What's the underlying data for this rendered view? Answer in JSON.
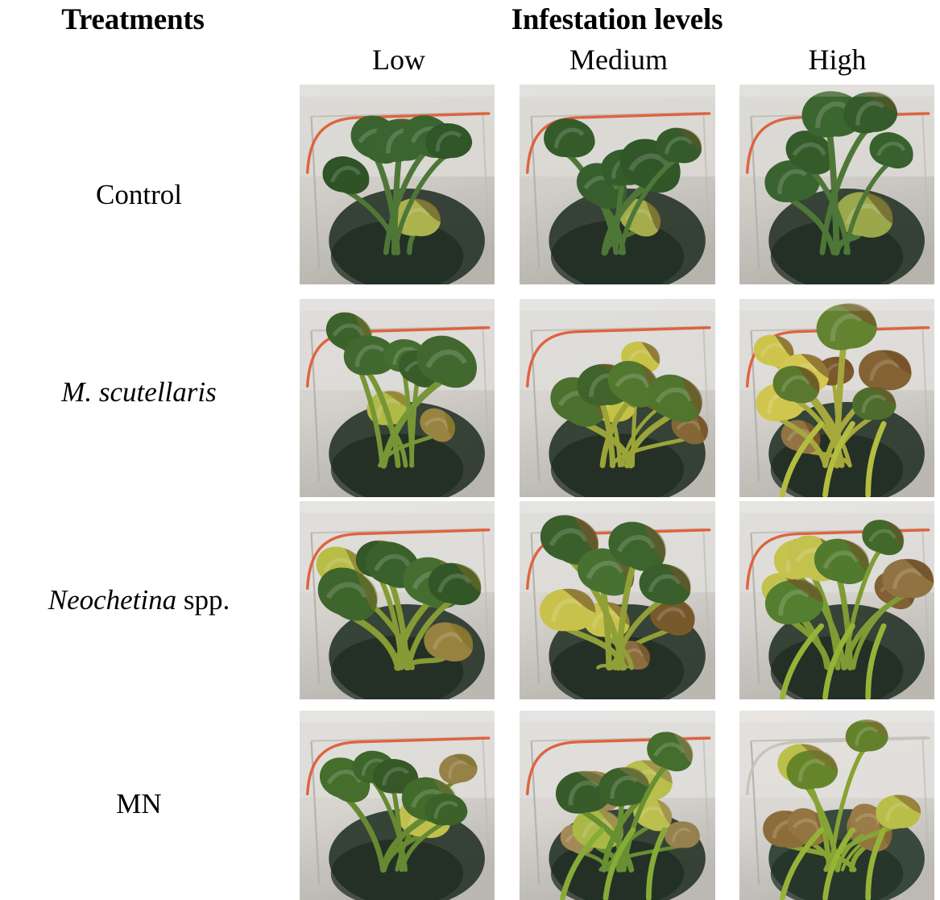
{
  "figure": {
    "type": "photo-grid",
    "rows": 4,
    "columns": 3,
    "background_color": "#ffffff",
    "text_color": "#000000"
  },
  "headers": {
    "treatments": "Treatments",
    "infestation_levels": "Infestation levels"
  },
  "columns": [
    {
      "id": "low",
      "label": "Low"
    },
    {
      "id": "medium",
      "label": "Medium"
    },
    {
      "id": "high",
      "label": "High"
    }
  ],
  "rows": [
    {
      "id": "control",
      "label_plain": "Control",
      "label_italic": "",
      "label_roman": "Control"
    },
    {
      "id": "m_scut",
      "label_plain": "M. scutellaris",
      "label_italic": "M. scutellaris",
      "label_roman": ""
    },
    {
      "id": "neochetina",
      "label_plain": "Neochetina spp.",
      "label_italic": "Neochetina",
      "label_roman": " spp."
    },
    {
      "id": "mn",
      "label_plain": "MN",
      "label_italic": "",
      "label_roman": "MN"
    }
  ],
  "cells": [
    {
      "row": "control",
      "column": "low",
      "caption": "Control - Low infestation: healthy water hyacinth with large glossy dark-green leaves in a clear plastic tub with orange rim",
      "damage_level": 1,
      "palette": {
        "leaf": "#3f6b33",
        "leaf_dark": "#2d5126",
        "leaf_light": "#5d8a40",
        "necrosis": "#6b5a2a",
        "tub": "#d8d5cf",
        "rim": "#e8603a",
        "water": "#2b3a2e"
      }
    },
    {
      "row": "control",
      "column": "medium",
      "caption": "Control - Medium infestation: healthy water hyacinth, dark-green leaves with slight marginal browning",
      "damage_level": 1,
      "palette": {
        "leaf": "#3f6b33",
        "leaf_dark": "#2d5126",
        "leaf_light": "#5d8a40",
        "necrosis": "#6b5a2a",
        "tub": "#d8d5cf",
        "rim": "#e8603a",
        "water": "#2b3a2e"
      }
    },
    {
      "row": "control",
      "column": "high",
      "caption": "Control - High infestation: healthy water hyacinth, dark-green leaves, minor leaf-tip necrosis",
      "damage_level": 1,
      "palette": {
        "leaf": "#3f6b33",
        "leaf_dark": "#2d5126",
        "leaf_light": "#5d8a40",
        "necrosis": "#6b5a2a",
        "tub": "#d8d5cf",
        "rim": "#e8603a",
        "water": "#2b3a2e"
      }
    },
    {
      "row": "m_scut",
      "column": "low",
      "caption": "M. scutellaris - Low infestation: green leaves with yellow chlorotic margins and some brown patches",
      "damage_level": 2,
      "palette": {
        "leaf": "#4e7a35",
        "leaf_dark": "#35592a",
        "leaf_light": "#93b23c",
        "necrosis": "#8a7a2c",
        "tub": "#dcd9d3",
        "rim": "#e8603a",
        "water": "#2b3a2e"
      }
    },
    {
      "row": "m_scut",
      "column": "medium",
      "caption": "M. scutellaris - Medium infestation: extensive yellowing, several fully chlorotic leaves with brown dead tissue",
      "damage_level": 3,
      "palette": {
        "leaf": "#5b8434",
        "leaf_dark": "#3b5f2a",
        "leaf_light": "#c3c440",
        "necrosis": "#7a5a2c",
        "tub": "#dedbd6",
        "rim": "#e8603a",
        "water": "#2b3a2e"
      }
    },
    {
      "row": "m_scut",
      "column": "high",
      "caption": "M. scutellaris - High infestation: mostly yellow and brown collapsed leaves, a few green petioles remaining",
      "damage_level": 4,
      "palette": {
        "leaf": "#6b8c33",
        "leaf_dark": "#44632b",
        "leaf_light": "#cfc846",
        "necrosis": "#7a5528",
        "tub": "#dedbd6",
        "rim": "#e8603a",
        "water": "#2b3a2e"
      }
    },
    {
      "row": "neochetina",
      "column": "low",
      "caption": "Neochetina spp. - Low infestation: green leaves with one large chlorotic yellow leaf showing feeding scars",
      "damage_level": 2,
      "palette": {
        "leaf": "#4a7532",
        "leaf_dark": "#2f5227",
        "leaf_light": "#a9bb3c",
        "necrosis": "#8a7a2c",
        "tub": "#dedbd6",
        "rim": "#e8603a",
        "water": "#2b3a2e"
      }
    },
    {
      "row": "neochetina",
      "column": "medium",
      "caption": "Neochetina spp. - Medium infestation: mix of green and yellowed leaves, browning stems and collapsed foliage",
      "damage_level": 3,
      "palette": {
        "leaf": "#4e7a34",
        "leaf_dark": "#34582a",
        "leaf_light": "#b8bf3f",
        "necrosis": "#7a5a2c",
        "tub": "#dedbd6",
        "rim": "#e8603a",
        "water": "#2b3a2e"
      }
    },
    {
      "row": "neochetina",
      "column": "high",
      "caption": "Neochetina spp. - High infestation: heavy damage, brown shrivelled leaves over a mat of green petioles",
      "damage_level": 4,
      "palette": {
        "leaf": "#5c8a33",
        "leaf_dark": "#3d6129",
        "leaf_light": "#9cb83a",
        "necrosis": "#76552a",
        "tub": "#dedbd6",
        "rim": "#e8603a",
        "water": "#2b3a2e"
      }
    },
    {
      "row": "mn",
      "column": "low",
      "caption": "MN - Low infestation: green leaves with scalloped feeding damage and some brown dead leaves at the base",
      "damage_level": 2,
      "palette": {
        "leaf": "#49742f",
        "leaf_dark": "#2f5125",
        "leaf_light": "#7ea337",
        "necrosis": "#8a7a3a",
        "tub": "#dedbd6",
        "rim": "#e8603a",
        "water": "#2b3a2e"
      }
    },
    {
      "row": "mn",
      "column": "medium",
      "caption": "MN - Medium infestation: a few green leaves remaining above heavily browned, decayed stems",
      "damage_level": 4,
      "palette": {
        "leaf": "#4e7a31",
        "leaf_dark": "#33572a",
        "leaf_light": "#7faa36",
        "necrosis": "#9a8551",
        "tub": "#e0ddd8",
        "rim": "#e8603a",
        "water": "#2b3a2e"
      }
    },
    {
      "row": "mn",
      "column": "high",
      "caption": "MN - High infestation: plant almost completely destroyed, brown withered leaves and collapsed stems with only green petiole stubs",
      "damage_level": 5,
      "palette": {
        "leaf": "#7a9a30",
        "leaf_dark": "#5c7c2a",
        "leaf_light": "#9cb83a",
        "necrosis": "#8a6a35",
        "tub": "#e2dfda",
        "rim": "#cfcac2",
        "water": "#2f4134"
      }
    }
  ]
}
